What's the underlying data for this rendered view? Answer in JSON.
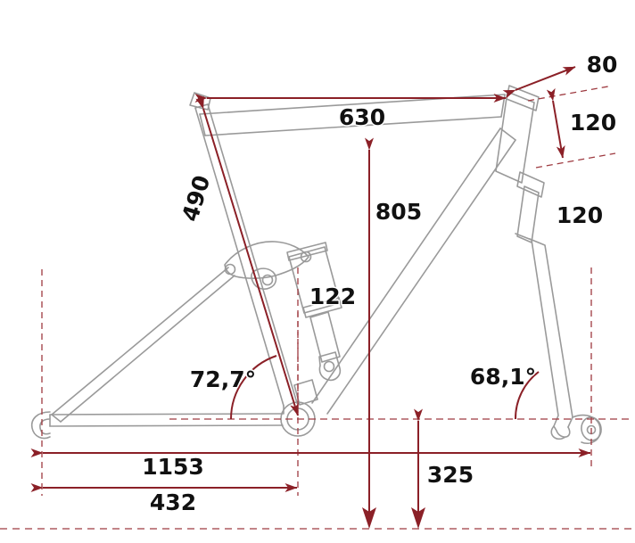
{
  "drawing": {
    "title": "Bicycle frame geometry dimension drawing",
    "subject": "full-suspension mountain bike frame side view",
    "units": "millimetres (angles in degrees)",
    "colors": {
      "dimension_line": "#8B2027",
      "dimension_line_light": "#9E3A40",
      "frame_outline": "#9a9a9a",
      "label_text": "#111111",
      "background": "#ffffff",
      "ground_line": "#9E3A40"
    },
    "labels": {
      "top_tube_reach": "630",
      "stack_height": "805",
      "seat_tube_length": "490",
      "head_tube_length": "120",
      "fork_travel": "120",
      "stem_or_offset": "80",
      "shock_stroke": "122",
      "wheelbase": "1153",
      "chainstay": "432",
      "bb_drop_height": "325",
      "seat_tube_angle": "72,7°",
      "head_tube_angle": "68,1°"
    },
    "measurements": [
      {
        "name": "top-tube-horizontal",
        "label": "630",
        "kind": "linear",
        "orientation": "horizontal"
      },
      {
        "name": "stack",
        "label": "805",
        "kind": "linear",
        "orientation": "vertical"
      },
      {
        "name": "seat-tube",
        "label": "490",
        "kind": "linear",
        "orientation": "along-seat-tube"
      },
      {
        "name": "head-tube",
        "label": "120",
        "kind": "linear",
        "orientation": "along-head-tube"
      },
      {
        "name": "fork-travel",
        "label": "120",
        "kind": "annotation",
        "orientation": "along-fork"
      },
      {
        "name": "fork-offset",
        "label": "80",
        "kind": "linear",
        "orientation": "along-top-of-head-tube"
      },
      {
        "name": "shock",
        "label": "122",
        "kind": "annotation",
        "orientation": "along-shock"
      },
      {
        "name": "wheelbase",
        "label": "1153",
        "kind": "linear",
        "orientation": "horizontal"
      },
      {
        "name": "chainstay-length",
        "label": "432",
        "kind": "linear",
        "orientation": "horizontal"
      },
      {
        "name": "bottom-bracket-height",
        "label": "325",
        "kind": "linear",
        "orientation": "vertical"
      },
      {
        "name": "seat-tube-angle",
        "label": "72,7°",
        "kind": "angular",
        "orientation": "arc"
      },
      {
        "name": "head-tube-angle",
        "label": "68,1°",
        "kind": "angular",
        "orientation": "arc"
      }
    ]
  }
}
